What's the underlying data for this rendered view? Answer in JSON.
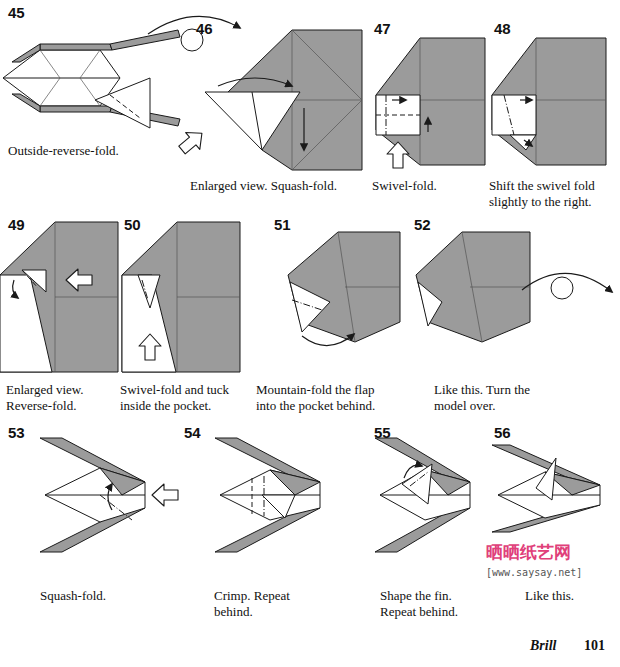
{
  "diagram": {
    "labels": [
      "45",
      "Outside-reverse-fold.",
      "46",
      "Enlarged view. Squash-fold.",
      "47",
      "Swivel-fold.",
      "48",
      "Shift the swivel fold slightly to the right.",
      "49",
      "Enlarged view. Reverse-fold.",
      "50",
      "Swivel-fold and tuck inside the pocket.",
      "51",
      "Mountain-fold the flap into the pocket behind.",
      "52",
      "Like this. Turn the model over.",
      "53",
      "Squash-fold.",
      "54",
      "Crimp. Repeat behind.",
      "55",
      "Shape the fin. Repeat behind.",
      "56",
      "Like this.",
      "晒晒纸艺网",
      "[www.saysay.net]",
      "Brill",
      "101"
    ]
  }
}
